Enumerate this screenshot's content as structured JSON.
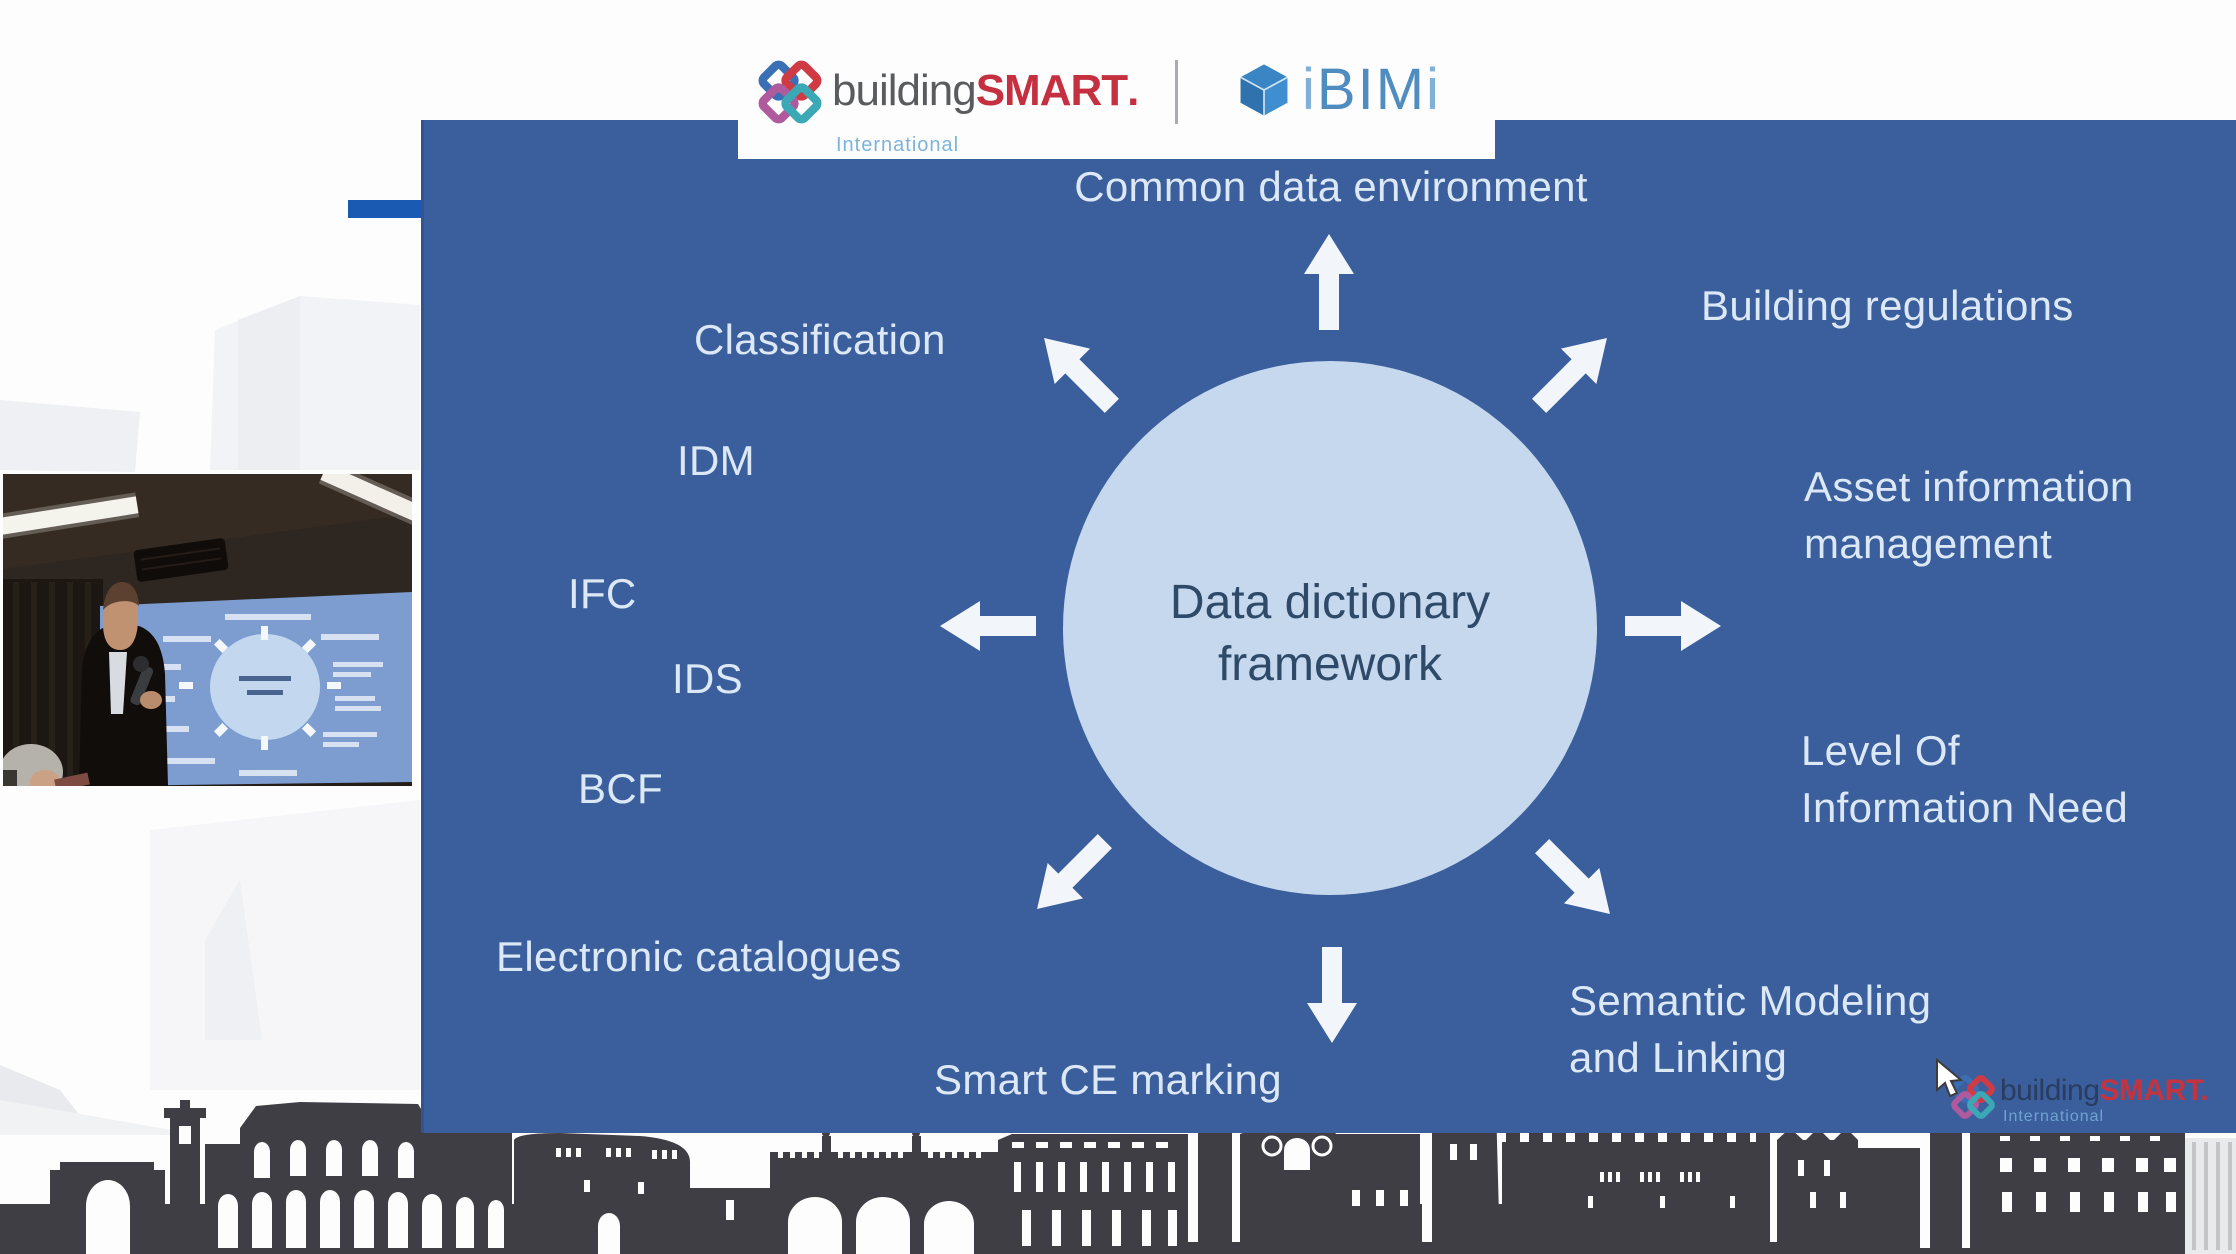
{
  "colors": {
    "slide_background": "#3b5f9d",
    "hub_circle": "#c5d8ed",
    "hub_text": "#2f4a68",
    "spoke_text": "#dce8f6",
    "accent_bar": "#1b5ab3",
    "logo_red": "#c4303f",
    "logo_gray": "#5a5b5e",
    "logo_blue": "#4f8cc0",
    "skyline_silhouette": "#3e3e44"
  },
  "header": {
    "buildingsmart": {
      "building": "building",
      "smart": "SMART",
      "dot": ".",
      "subtitle": "International"
    },
    "ibimi": {
      "i1": "i",
      "bim": "BIM",
      "i2": "i"
    }
  },
  "slide": {
    "hub_label": "Data dictionary\nframework",
    "spokes": {
      "top": "Common data environment",
      "top_right": "Building regulations",
      "right_upper": "Asset information\nmanagement",
      "right_lower": "Level Of\nInformation Need",
      "bottom_right": "Semantic Modeling\nand Linking",
      "bottom": "Smart CE marking",
      "bottom_left": "Electronic catalogues",
      "left_column": [
        "Classification",
        "IDM",
        "IFC",
        "IDS",
        "BCF"
      ]
    },
    "watermark": {
      "building": "building",
      "smart": "SMART",
      "dot": ".",
      "subtitle": "International"
    }
  }
}
